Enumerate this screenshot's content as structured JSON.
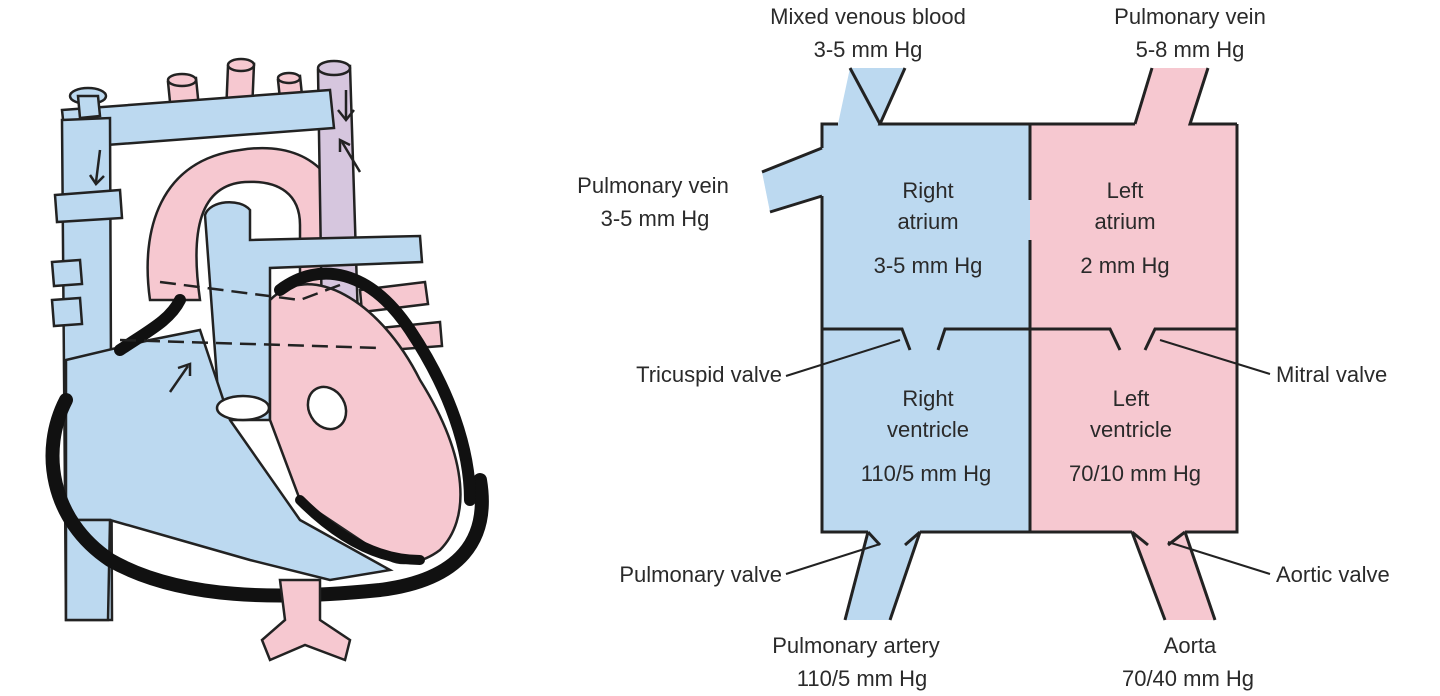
{
  "colors": {
    "venous": "#bcd9f0",
    "arterial": "#f6c8d0",
    "mixed": "#d6c6de",
    "outline": "#222222",
    "text": "#2a2a2a"
  },
  "schematic": {
    "svc": {
      "line1": "Mixed venous blood",
      "line2": "3-5 mm Hg"
    },
    "pv_top": {
      "line1": "Pulmonary vein",
      "line2": "5-8 mm Hg"
    },
    "pv_left": {
      "line1": "Pulmonary vein",
      "line2": "3-5 mm Hg"
    },
    "right_atrium": {
      "line1": "Right",
      "line2": "atrium",
      "pressure": "3-5 mm Hg"
    },
    "left_atrium": {
      "line1": "Left",
      "line2": "atrium",
      "pressure": "2 mm Hg"
    },
    "right_ventricle": {
      "line1": "Right",
      "line2": "ventricle",
      "pressure": "110/5 mm Hg"
    },
    "left_ventricle": {
      "line1": "Left",
      "line2": "ventricle",
      "pressure": "70/10 mm Hg"
    },
    "valves": {
      "tricuspid": "Tricuspid valve",
      "mitral": "Mitral valve",
      "pulmonary": "Pulmonary valve",
      "aortic": "Aortic valve"
    },
    "pulmonary_artery": {
      "line1": "Pulmonary artery",
      "line2": "110/5 mm Hg"
    },
    "aorta": {
      "line1": "Aorta",
      "line2": "70/40 mm Hg"
    }
  }
}
